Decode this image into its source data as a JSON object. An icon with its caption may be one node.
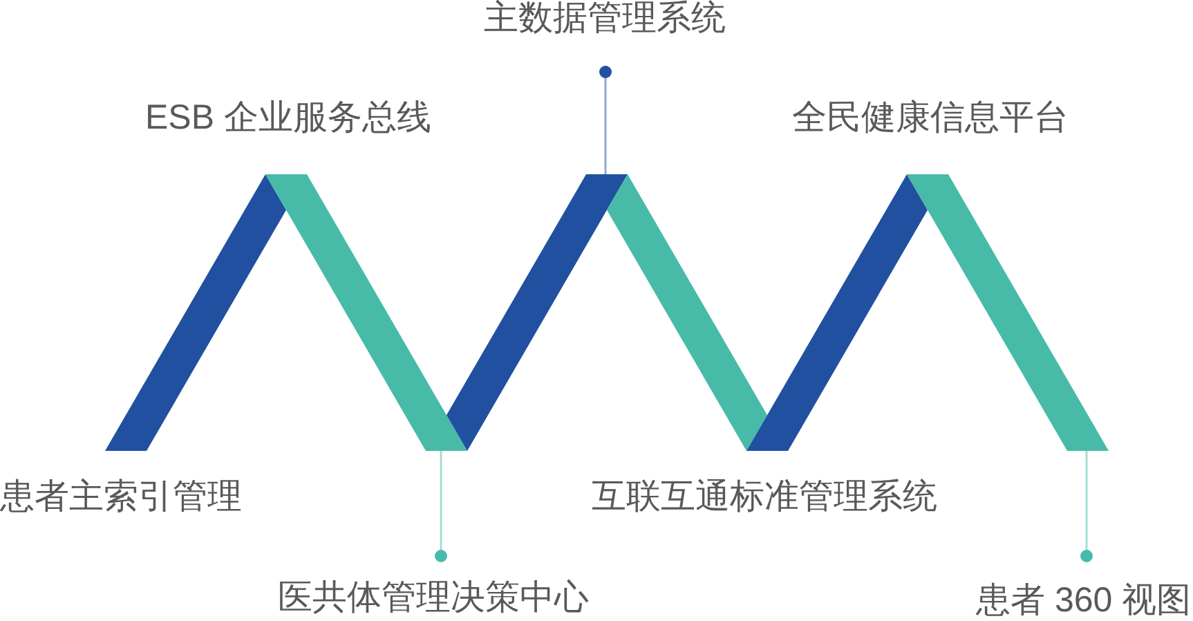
{
  "diagram": {
    "nodes": [
      {
        "text": [
          "主数据管理系统"
        ]
      },
      {
        "text": [],
        "shape": "bar"
      },
      {
        "text": [],
        "shape": "bar"
      },
      {
        "text": [],
        "shape": "bar"
      },
      {
        "text": [],
        "shape": "bar"
      },
      {
        "text": [],
        "shape": "bar"
      },
      {
        "text": [],
        "shape": "bar"
      },
      {
        "text": [
          "医共体管理决策中心"
        ]
      },
      {
        "text": [
          "患者 360 视图"
        ]
      }
    ],
    "edges": [
      {
        "from": 0,
        "to": 3,
        "arrow": "other",
        "color": "#90a8d0"
      },
      {
        "from": 7,
        "to": 2,
        "arrow": "other"
      },
      {
        "from": 8,
        "to": 6,
        "arrow": "other"
      }
    ],
    "labels": [
      "ESB 企业服务总线",
      "全民健康信息平台",
      "患者主索引管理",
      "互联互通标准管理系统"
    ]
  }
}
